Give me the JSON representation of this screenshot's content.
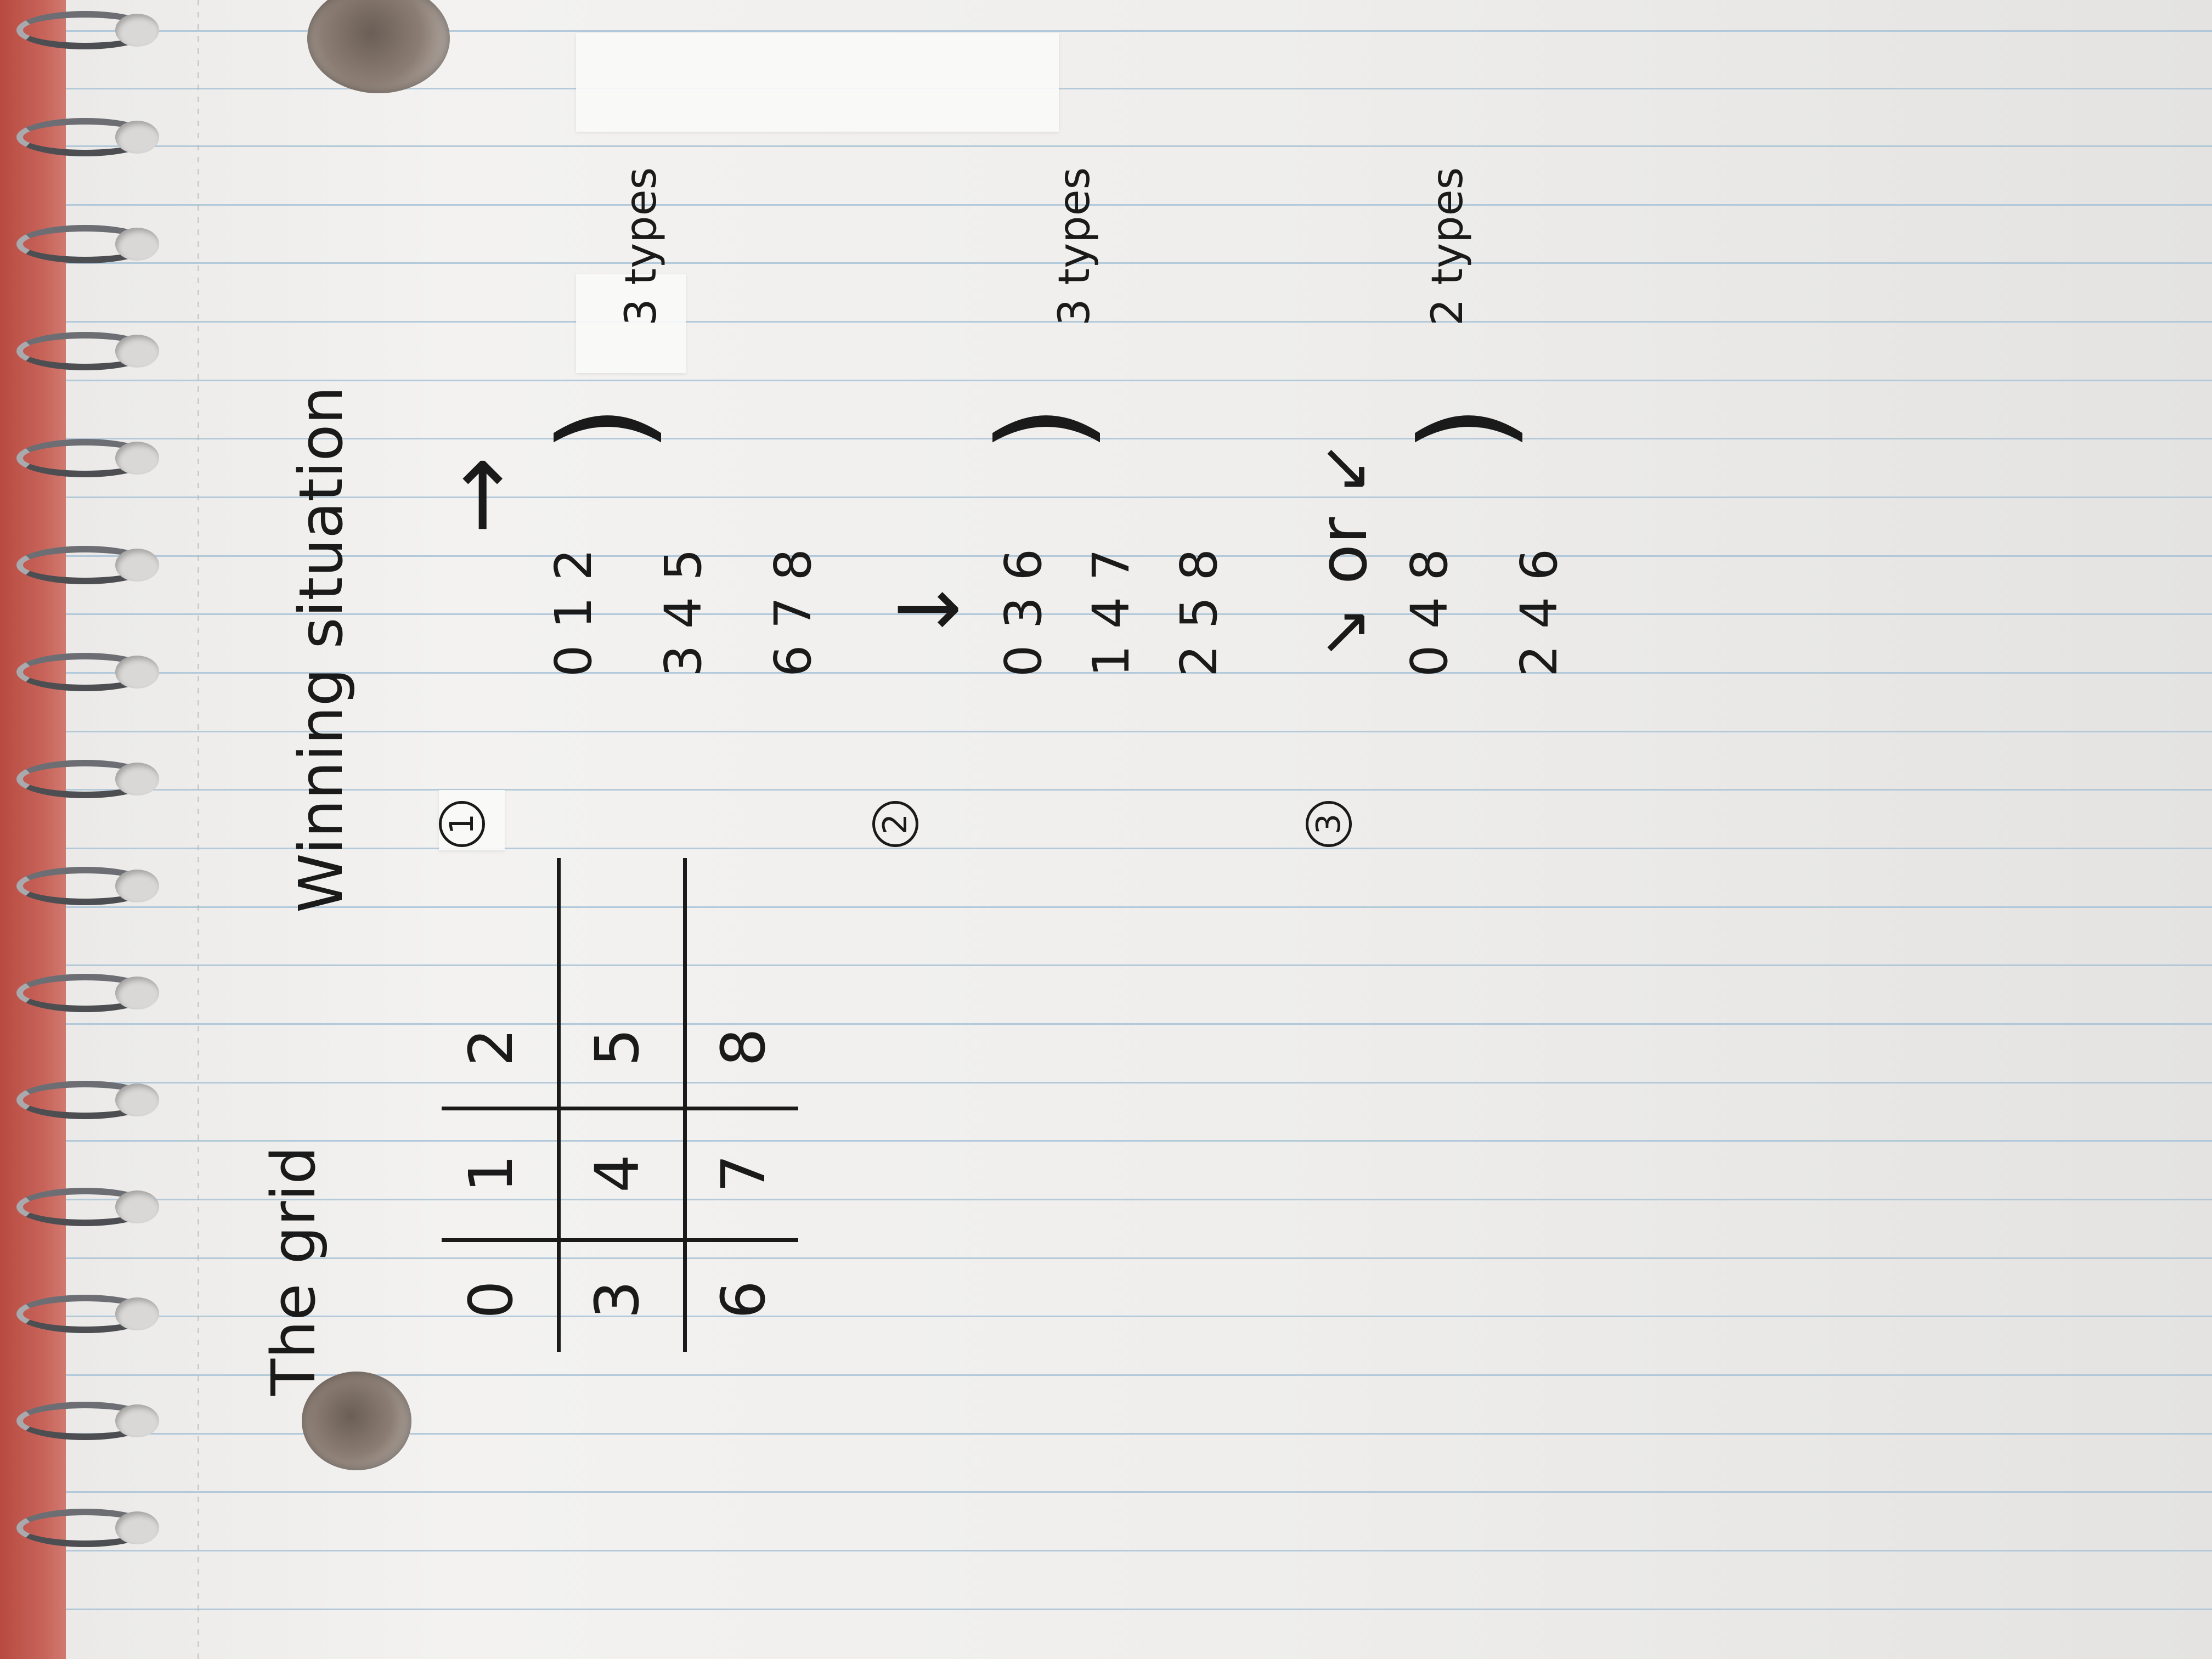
{
  "heading_left": "The grid",
  "heading_right": "Winning situation",
  "grid": {
    "rows": [
      [
        "0",
        "1",
        "2"
      ],
      [
        "3",
        "4",
        "5"
      ],
      [
        "6",
        "7",
        "8"
      ]
    ]
  },
  "situations": [
    {
      "number": "1",
      "arrow": "→",
      "rows": [
        "0 1 2",
        "3 4 5",
        "6 7 8"
      ],
      "count": "3 types"
    },
    {
      "number": "2",
      "arrow": "↓",
      "rows": [
        "0 3 6",
        "1 4 7",
        "2 5 8"
      ],
      "count": "3 types"
    },
    {
      "number": "3",
      "arrow": "↘ or ↙",
      "rows": [
        "0 4 8",
        "2 4 6"
      ],
      "count": "2 types"
    }
  ]
}
